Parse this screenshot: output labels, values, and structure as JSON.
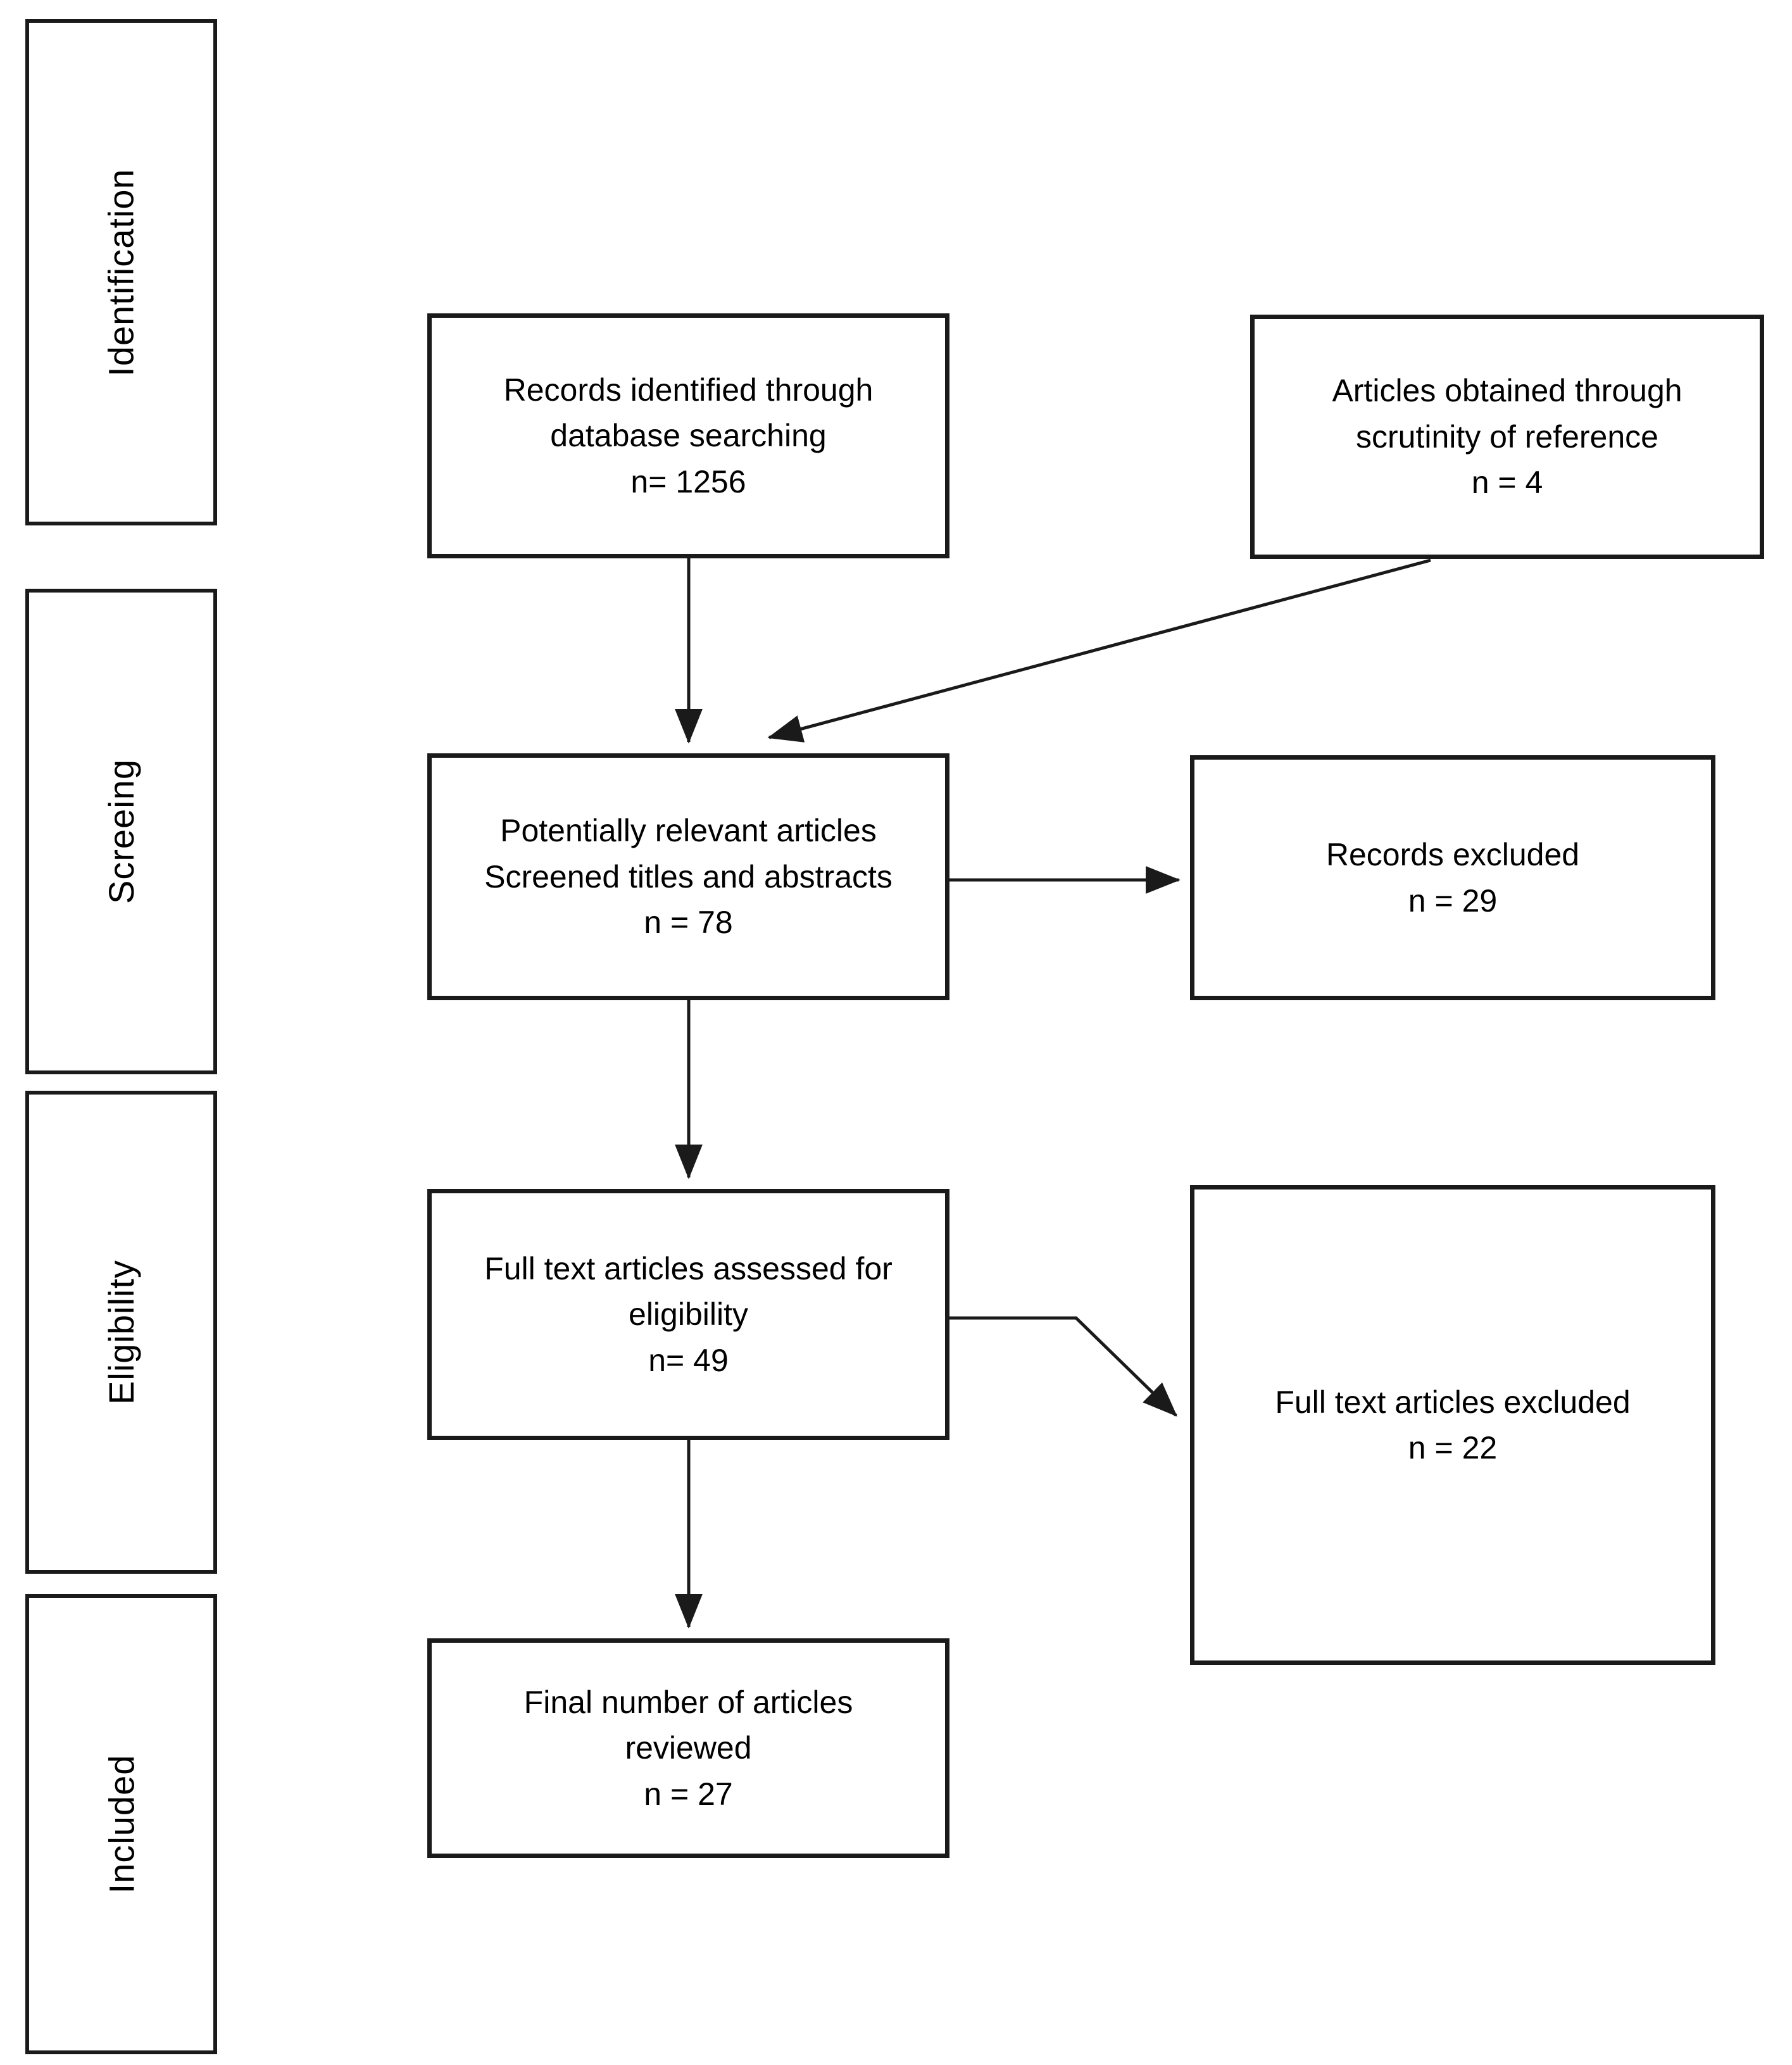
{
  "sidebar": {
    "identification": "Identification",
    "screening": "Screeing",
    "eligibility": "Eligibility",
    "included": "Included"
  },
  "boxes": {
    "records_identified": "Records identified through\ndatabase searching\nn= 1256",
    "articles_reference": "Articles obtained through\nscrutinity of reference\nn = 4",
    "potentially_relevant": "Potentially relevant articles\nScreened titles and abstracts\nn = 78",
    "records_excluded": "Records excluded\nn = 29",
    "full_text_assessed": "Full text articles assessed for\neligibility\nn= 49",
    "full_text_excluded": "Full text articles excluded\nn = 22",
    "final_reviewed": "Final number of articles\nreviewed\nn = 27"
  },
  "colors": {
    "line": "#1a1a1a",
    "text": "#000000",
    "background": "#ffffff"
  }
}
